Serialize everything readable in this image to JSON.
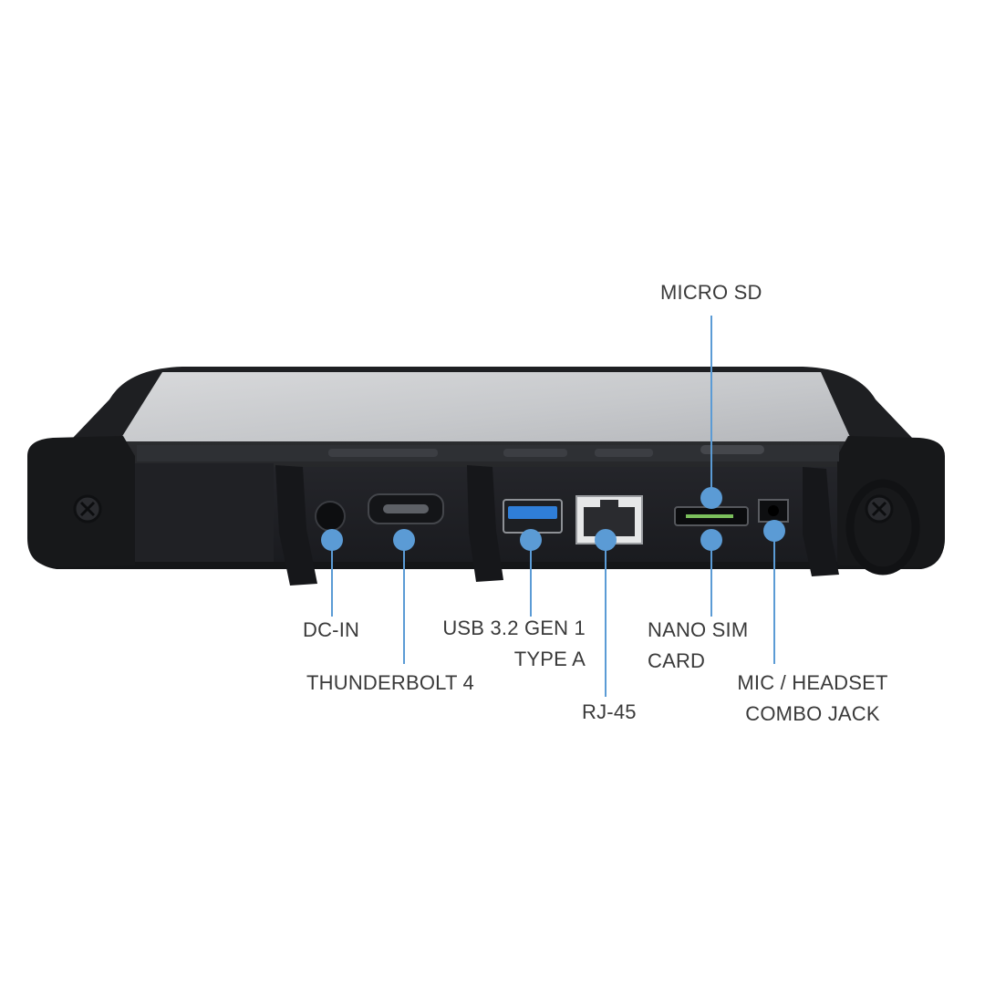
{
  "accent_color": "#5b9bd5",
  "device": {
    "name": "rugged-tablet-bottom-edge"
  },
  "labels": {
    "micro_sd": "MICRO SD",
    "dc_in": "DC-IN",
    "thunderbolt": "THUNDERBOLT 4",
    "usb_line1": "USB 3.2 GEN 1",
    "usb_line2": "TYPE A",
    "rj45": "RJ-45",
    "nano_sim_line1": "NANO SIM",
    "nano_sim_line2": "CARD",
    "mic_line1": "MIC / HEADSET",
    "mic_line2": "COMBO JACK"
  }
}
